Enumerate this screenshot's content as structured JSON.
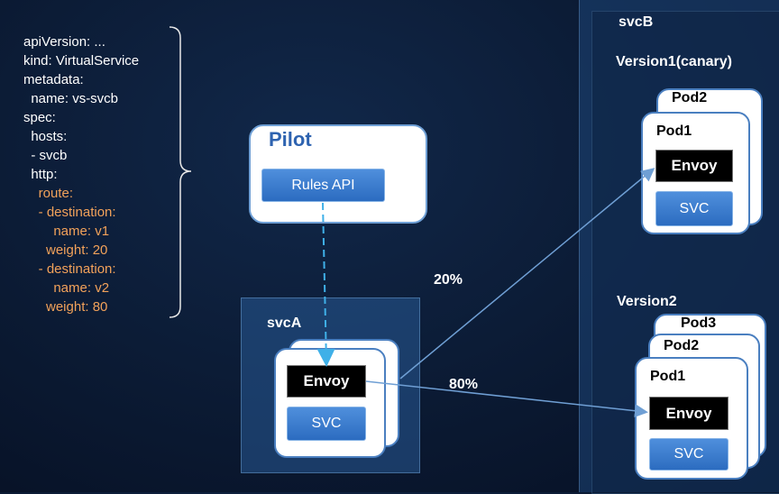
{
  "yaml": [
    {
      "text": "apiVersion: ...",
      "color": "white"
    },
    {
      "text": "kind: VirtualService",
      "color": "white"
    },
    {
      "text": "metadata:",
      "color": "white"
    },
    {
      "text": "  name: vs-svcb",
      "color": "white"
    },
    {
      "text": "spec:",
      "color": "white"
    },
    {
      "text": "  hosts:",
      "color": "white"
    },
    {
      "text": "  - svcb",
      "color": "white"
    },
    {
      "text": "  http:",
      "color": "white"
    },
    {
      "text": "    route:",
      "color": "orange"
    },
    {
      "text": "    - destination:",
      "color": "orange"
    },
    {
      "text": "        name: v1",
      "color": "orange"
    },
    {
      "text": "      weight: 20",
      "color": "orange"
    },
    {
      "text": "    - destination:",
      "color": "orange"
    },
    {
      "text": "        name: v2",
      "color": "orange"
    },
    {
      "text": "      weight: 80",
      "color": "orange"
    }
  ],
  "pilot": {
    "title": "Pilot",
    "rules_api": "Rules API"
  },
  "svca": {
    "label": "svcA",
    "envoy": "Envoy",
    "svc": "SVC"
  },
  "svcb": {
    "label": "svcB",
    "v1": {
      "label": "Version1(canary)",
      "pod_back": "Pod2",
      "pod_front": "Pod1",
      "envoy": "Envoy",
      "svc": "SVC"
    },
    "v2": {
      "label": "Version2",
      "pod_back2": "Pod3",
      "pod_back1": "Pod2",
      "pod_front": "Pod1",
      "envoy": "Envoy",
      "svc": "SVC"
    }
  },
  "traffic": {
    "pct_v1": "20%",
    "pct_v2": "80%"
  },
  "colors": {
    "accent_blue": "#2c6cc0",
    "dashed_link": "#3fb0e8",
    "yaml_orange": "#f2a25a"
  }
}
